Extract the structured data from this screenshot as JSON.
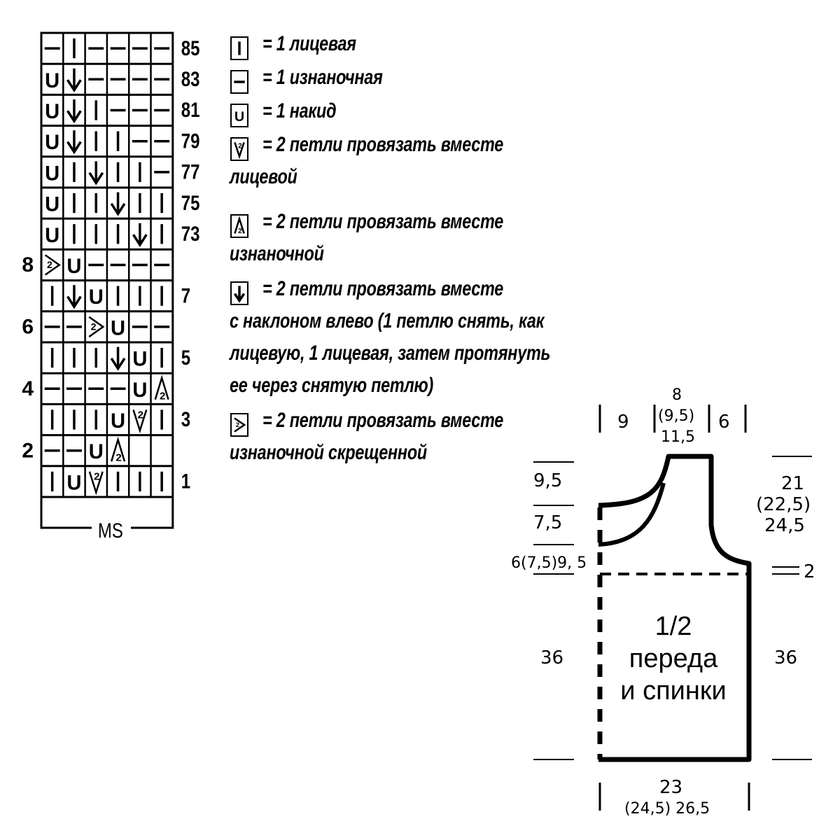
{
  "chart": {
    "rows": [
      {
        "label_left": "",
        "label_right": "85",
        "cells": [
          "p",
          "k",
          "p",
          "p",
          "p",
          "p"
        ]
      },
      {
        "label_left": "",
        "label_right": "83",
        "cells": [
          "yo",
          "skp",
          "p",
          "p",
          "p",
          "p"
        ]
      },
      {
        "label_left": "",
        "label_right": "81",
        "cells": [
          "yo",
          "skp",
          "k",
          "p",
          "p",
          "p"
        ]
      },
      {
        "label_left": "",
        "label_right": "79",
        "cells": [
          "yo",
          "skp",
          "k",
          "k",
          "p",
          "p"
        ]
      },
      {
        "label_left": "",
        "label_right": "77",
        "cells": [
          "yo",
          "k",
          "skp",
          "k",
          "k",
          "p"
        ]
      },
      {
        "label_left": "",
        "label_right": "75",
        "cells": [
          "yo",
          "k",
          "k",
          "skp",
          "k",
          "k"
        ]
      },
      {
        "label_left": "",
        "label_right": "73",
        "cells": [
          "yo",
          "k",
          "k",
          "k",
          "skp",
          "k"
        ]
      },
      {
        "label_left": "8",
        "label_right": "",
        "cells": [
          "p2tog-tbl",
          "yo",
          "p",
          "p",
          "p",
          "p"
        ]
      },
      {
        "label_left": "",
        "label_right": "7",
        "cells": [
          "k",
          "skp",
          "yo",
          "k",
          "k",
          "k"
        ]
      },
      {
        "label_left": "6",
        "label_right": "",
        "cells": [
          "p",
          "p",
          "p2tog-tbl",
          "yo",
          "p",
          "p"
        ]
      },
      {
        "label_left": "",
        "label_right": "5",
        "cells": [
          "k",
          "k",
          "k",
          "skp",
          "yo",
          "k"
        ]
      },
      {
        "label_left": "4",
        "label_right": "",
        "cells": [
          "p",
          "p",
          "p",
          "p",
          "yo",
          "p2tog"
        ]
      },
      {
        "label_left": "",
        "label_right": "3",
        "cells": [
          "k",
          "k",
          "k",
          "yo",
          "k2tog",
          "k"
        ]
      },
      {
        "label_left": "2",
        "label_right": "",
        "cells": [
          "p",
          "p",
          "yo",
          "p2tog",
          "",
          ""
        ]
      },
      {
        "label_left": "",
        "label_right": "1",
        "cells": [
          "k",
          "yo",
          "k2tog",
          "k",
          "k",
          "k"
        ]
      }
    ],
    "repeat_label": "MS"
  },
  "legend": [
    {
      "symbol": "k",
      "text": "= 1 лицевая"
    },
    {
      "symbol": "p",
      "text": "= 1 изнаночная"
    },
    {
      "symbol": "yo",
      "text": "= 1 накид"
    },
    {
      "symbol": "k2tog",
      "text": "= 2 петли провязать вместе",
      "text2": "лицевой"
    },
    {
      "symbol": "p2tog",
      "text": "= 2 петли провязать вместе",
      "text2": "изнаночной"
    },
    {
      "symbol": "skp",
      "text": "= 2 петли провязать вместе",
      "text2": "с наклоном влево (1 петлю снять, как",
      "text3": "лицевую, 1 лицевая, затем протянуть",
      "text4": "ее через снятую петлю)"
    },
    {
      "symbol": "p2tog-tbl",
      "text": "= 2 петли провязать вместе",
      "text2": "изнаночной скрещенной"
    }
  ],
  "schematic": {
    "title_line1": "1/2",
    "title_line2": "переда",
    "title_line3": "и спинки",
    "top_left": "9",
    "top_mid_1": "8",
    "top_mid_2": "(9,5)",
    "top_mid_3": "11,5",
    "top_right": "6",
    "left_1": "9,5",
    "left_2": "7,5",
    "left_3": "6(7,5)9, 5",
    "left_4": "36",
    "right_1": "21",
    "right_2": "(22,5)",
    "right_3": "24,5",
    "right_4": "2",
    "right_5": "36",
    "bottom_1": "23",
    "bottom_2": "(24,5)  26,5"
  },
  "colors": {
    "ink": "#000000",
    "background": "#ffffff"
  }
}
